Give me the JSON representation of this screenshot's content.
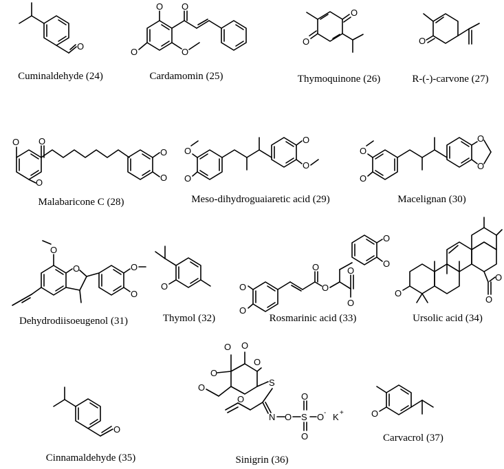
{
  "compounds": [
    {
      "name": "Cuminaldehyde (24)"
    },
    {
      "name": "Cardamomin (25)"
    },
    {
      "name": "Thymoquinone (26)"
    },
    {
      "name": "R-(-)-carvone (27)"
    },
    {
      "name": "Malabaricone C (28)"
    },
    {
      "name": "Meso-dihydroguaiaretic acid (29)"
    },
    {
      "name": "Macelignan (30)"
    },
    {
      "name": "Dehydrodiisoeugenol (31)"
    },
    {
      "name": "Thymol (32)"
    },
    {
      "name": "Rosmarinic acid (33)"
    },
    {
      "name": "Ursolic acid (34)"
    },
    {
      "name": "Cinnamaldehyde (35)"
    },
    {
      "name": "Sinigrin (36)"
    },
    {
      "name": "Carvacrol (37)"
    }
  ],
  "atoms": {
    "oxygen": "O",
    "nitrogen": "N",
    "sulfur": "S",
    "potassium": "K",
    "charge_plus": "+",
    "charge_minus": "-"
  }
}
